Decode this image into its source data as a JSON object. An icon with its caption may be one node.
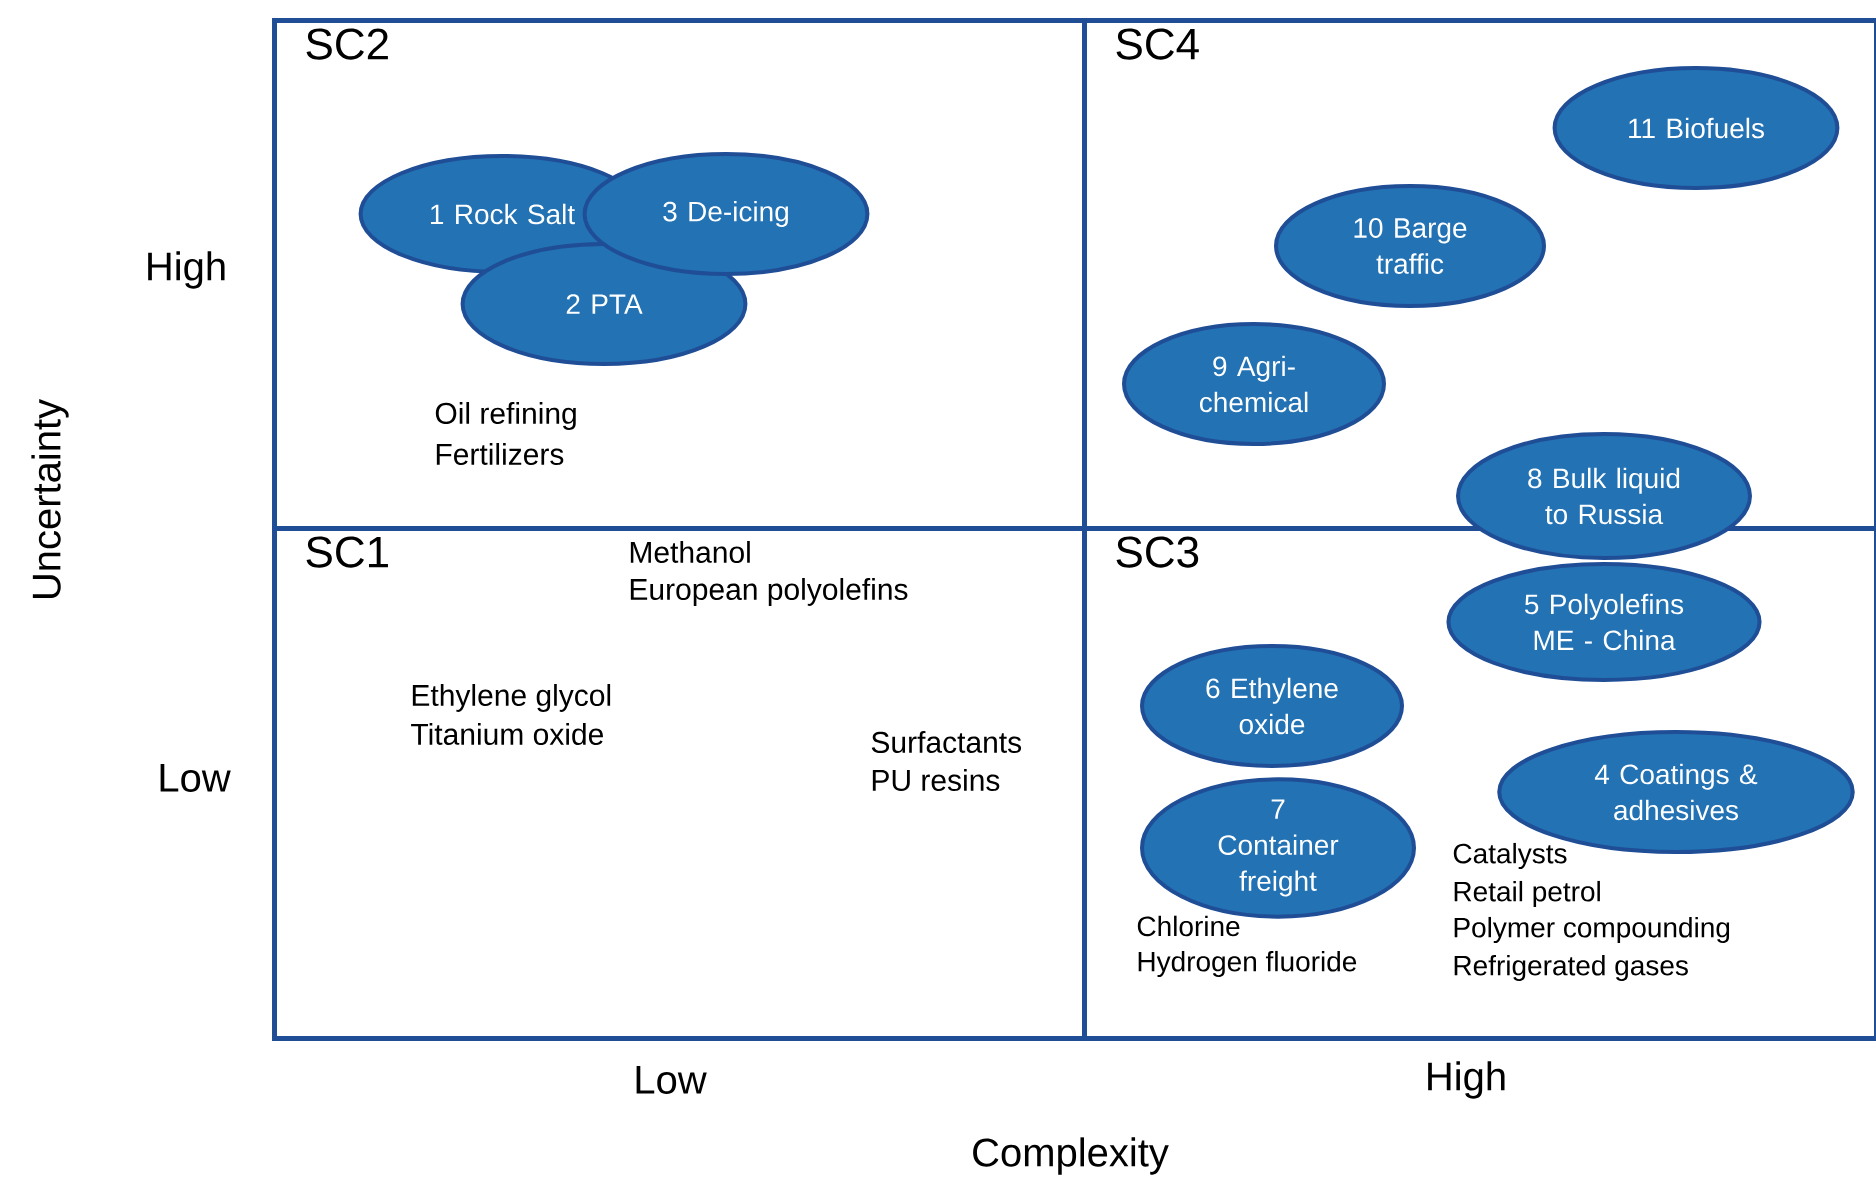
{
  "diagram": {
    "nodes": [
      {
        "text": [
          "SC2"
        ]
      },
      {
        "text": [
          "SC4"
        ]
      },
      {
        "text": [
          "SC1"
        ]
      },
      {
        "text": [
          "SC3"
        ]
      },
      {
        "text": [
          "1 Rock Salt"
        ],
        "in": 0
      },
      {
        "text": [
          "2 PTA"
        ],
        "in": 0
      },
      {
        "text": [
          "3 De-icing"
        ],
        "in": 0
      },
      {
        "text": [
          "4 Coatings & adhesives"
        ],
        "in": 3
      },
      {
        "text": [
          "5 Polyolefins ME - China"
        ],
        "in": 3
      },
      {
        "text": [
          "6 Ethylene oxide"
        ],
        "in": 3
      },
      {
        "text": [
          "7 Container freight"
        ],
        "in": 3
      },
      {
        "text": [
          "8 Bulk liquid to Russia"
        ]
      },
      {
        "text": [
          "9 Agri-chemical"
        ],
        "in": 1
      },
      {
        "text": [
          "10 Barge traffic"
        ],
        "in": 1
      },
      {
        "text": [
          "11 Biofuels"
        ],
        "in": 1
      }
    ],
    "labels": [
      "Oil refining",
      "Fertilizers",
      "Methanol",
      "European polyolefins",
      "Ethylene glycol",
      "Titanium oxide",
      "Surfactants",
      "PU resins",
      "Catalysts",
      "Retail petrol",
      "Polymer compounding",
      "Refrigerated gases",
      "Chlorine",
      "Hydrogen fluoride",
      "High",
      "Low",
      "Uncertainty",
      "Low",
      "High",
      "Complexity"
    ]
  }
}
